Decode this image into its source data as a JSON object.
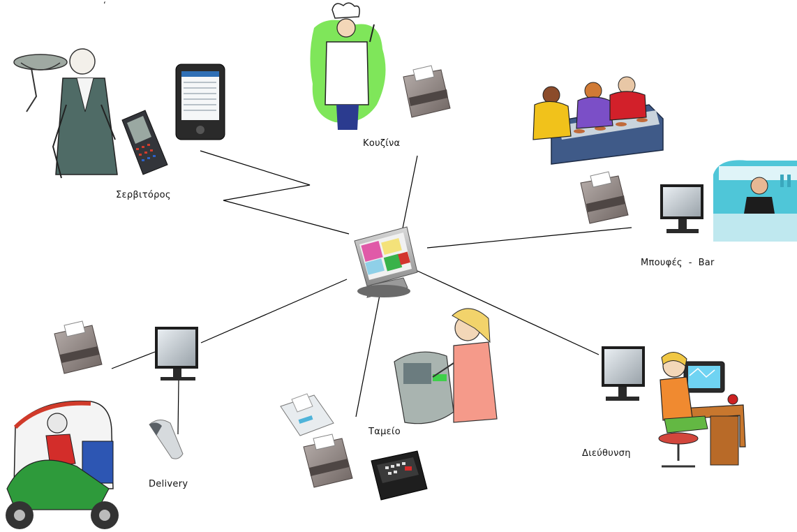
{
  "center": {
    "name": "Central POS terminal"
  },
  "nodes": {
    "kitchen": {
      "label": "Κουζίνα"
    },
    "waiter": {
      "label": "Σερβιτόρος"
    },
    "bar": {
      "label": "Μπουφές  -  Bar"
    },
    "cashier": {
      "label": "Ταμείο"
    },
    "delivery": {
      "label": "Delivery"
    },
    "management": {
      "label": "Διεύθυνση"
    }
  },
  "colors": {
    "line": "#000000",
    "printer": "#8a7f7c",
    "monitor": "#1d1d1d",
    "screen": "#dfe3e6",
    "pos_screen_pink": "#e05aa8",
    "pos_screen_green": "#39b24a"
  }
}
